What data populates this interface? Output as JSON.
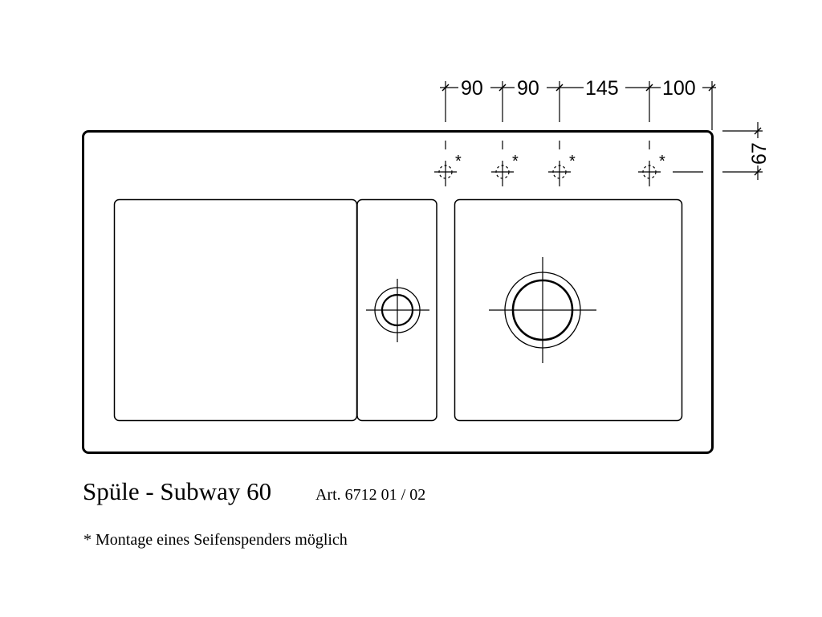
{
  "title": "Spüle - Subway 60",
  "article": "Art. 6712 01 / 02",
  "footnote": "* Montage eines Seifenspenders möglich",
  "dimensions": {
    "horizontal": [
      "90",
      "90",
      "145",
      "100"
    ],
    "vertical": "67"
  },
  "tap_hole_marker": "*",
  "colors": {
    "line": "#000000",
    "background": "#ffffff"
  }
}
